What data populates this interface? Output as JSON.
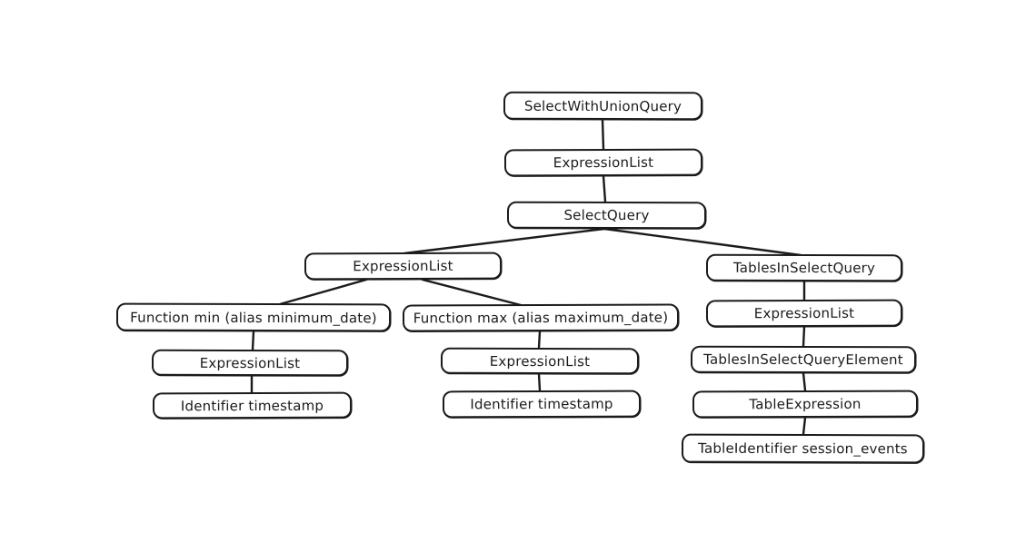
{
  "diagram": {
    "type": "tree",
    "style": "hand-drawn",
    "background_color": "#ffffff",
    "node_fill_color": "#ffffff",
    "stroke_color": "#1b1b1b",
    "nodes": [
      {
        "id": "select-with-union-query",
        "label": "SelectWithUnionQuery"
      },
      {
        "id": "expression-list-root",
        "label": "ExpressionList"
      },
      {
        "id": "select-query",
        "label": "SelectQuery"
      },
      {
        "id": "expression-list-select",
        "label": "ExpressionList"
      },
      {
        "id": "function-min",
        "label": "Function min (alias minimum_date)"
      },
      {
        "id": "function-max",
        "label": "Function max (alias maximum_date)"
      },
      {
        "id": "expression-list-min",
        "label": "ExpressionList"
      },
      {
        "id": "identifier-timestamp-min",
        "label": "Identifier timestamp"
      },
      {
        "id": "expression-list-max",
        "label": "ExpressionList"
      },
      {
        "id": "identifier-timestamp-max",
        "label": "Identifier timestamp"
      },
      {
        "id": "tables-in-select-query",
        "label": "TablesInSelectQuery"
      },
      {
        "id": "expression-list-tables",
        "label": "ExpressionList"
      },
      {
        "id": "tables-in-select-query-element",
        "label": "TablesInSelectQueryElement"
      },
      {
        "id": "table-expression",
        "label": "TableExpression"
      },
      {
        "id": "table-identifier-session-events",
        "label": "TableIdentifier session_events"
      }
    ],
    "edges": [
      {
        "from": "select-with-union-query",
        "to": "expression-list-root"
      },
      {
        "from": "expression-list-root",
        "to": "select-query"
      },
      {
        "from": "select-query",
        "to": "expression-list-select"
      },
      {
        "from": "select-query",
        "to": "tables-in-select-query"
      },
      {
        "from": "expression-list-select",
        "to": "function-min"
      },
      {
        "from": "expression-list-select",
        "to": "function-max"
      },
      {
        "from": "function-min",
        "to": "expression-list-min"
      },
      {
        "from": "expression-list-min",
        "to": "identifier-timestamp-min"
      },
      {
        "from": "function-max",
        "to": "expression-list-max"
      },
      {
        "from": "expression-list-max",
        "to": "identifier-timestamp-max"
      },
      {
        "from": "tables-in-select-query",
        "to": "expression-list-tables"
      },
      {
        "from": "expression-list-tables",
        "to": "tables-in-select-query-element"
      },
      {
        "from": "tables-in-select-query-element",
        "to": "table-expression"
      },
      {
        "from": "table-expression",
        "to": "table-identifier-session-events"
      }
    ]
  }
}
